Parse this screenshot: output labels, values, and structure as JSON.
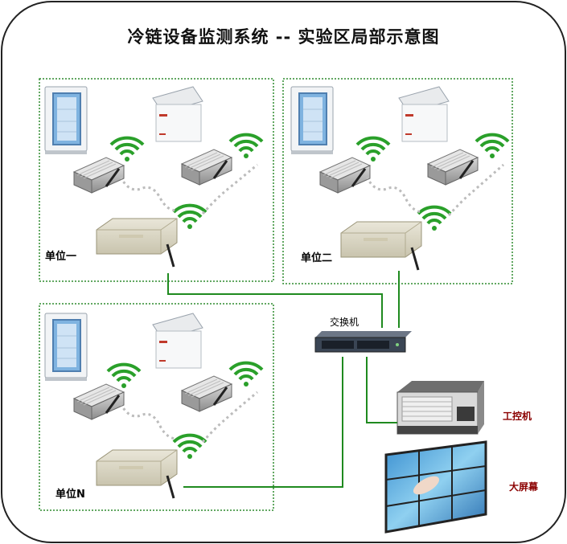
{
  "title": "冷链设备监测系统 -- 实验区局部示意图",
  "units": [
    {
      "label": "单位一"
    },
    {
      "label": "单位二"
    },
    {
      "label": "单位N"
    }
  ],
  "switch_label": "交换机",
  "ipc_label": "工控机",
  "screen_label": "大屏幕",
  "colors": {
    "frame": "#222222",
    "dotted_box": "#2e8b2e",
    "cable": "#1f8a1f",
    "wifi": "#2aa02a",
    "device_label": "#8b0000"
  }
}
